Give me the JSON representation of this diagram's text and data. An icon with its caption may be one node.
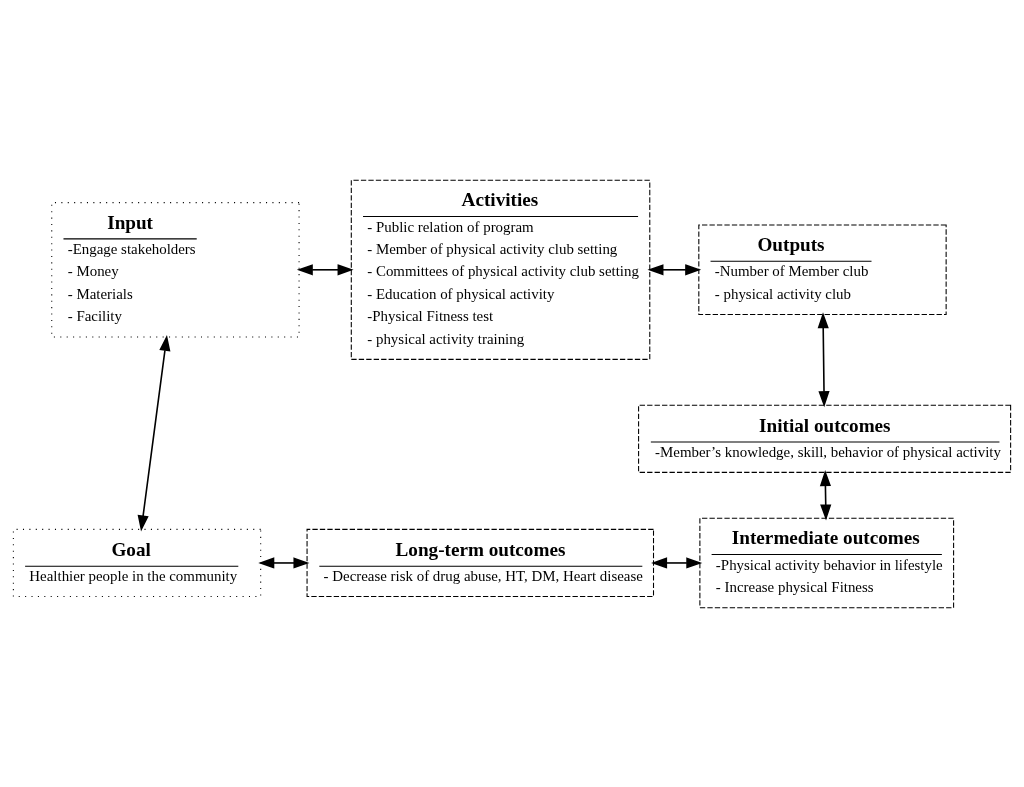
{
  "diagram": {
    "nodes": [
      {
        "text": [
          "Input",
          "-Engage stakeholders",
          "- Money",
          "- Materials",
          "- Facility"
        ]
      },
      {
        "text": [
          "Activities",
          "- Public relation of program",
          "- Member of physical activity club setting",
          "- Committees of physical activity club setting",
          "- Education of physical activity",
          "-Physical Fitness test",
          "- physical activity training"
        ]
      },
      {
        "text": [
          "Outputs",
          "-Number of Member club",
          "- physical activity club"
        ]
      },
      {
        "text": [
          "Initial outcomes",
          "-Member’s knowledge, skill, behavior of physical activity"
        ]
      },
      {
        "text": [
          "Goal",
          "Healthier people in the community"
        ]
      },
      {
        "text": [
          "Long-term outcomes",
          "- Decrease risk of drug abuse, HT, DM, Heart disease"
        ]
      },
      {
        "text": [
          "Intermediate outcomes",
          "-Physical activity behavior in lifestyle",
          "- Increase physical Fitness"
        ]
      }
    ],
    "edges": [
      {
        "from": 0,
        "to": 1,
        "arrow": "both"
      },
      {
        "from": 1,
        "to": 2,
        "arrow": "both"
      },
      {
        "from": 2,
        "to": 3,
        "arrow": "both"
      },
      {
        "from": 3,
        "to": 6,
        "arrow": "both"
      },
      {
        "from": 0,
        "to": 4,
        "arrow": "both"
      },
      {
        "from": 4,
        "to": 5,
        "arrow": "both"
      },
      {
        "from": 5,
        "to": 6,
        "arrow": "both"
      }
    ]
  }
}
